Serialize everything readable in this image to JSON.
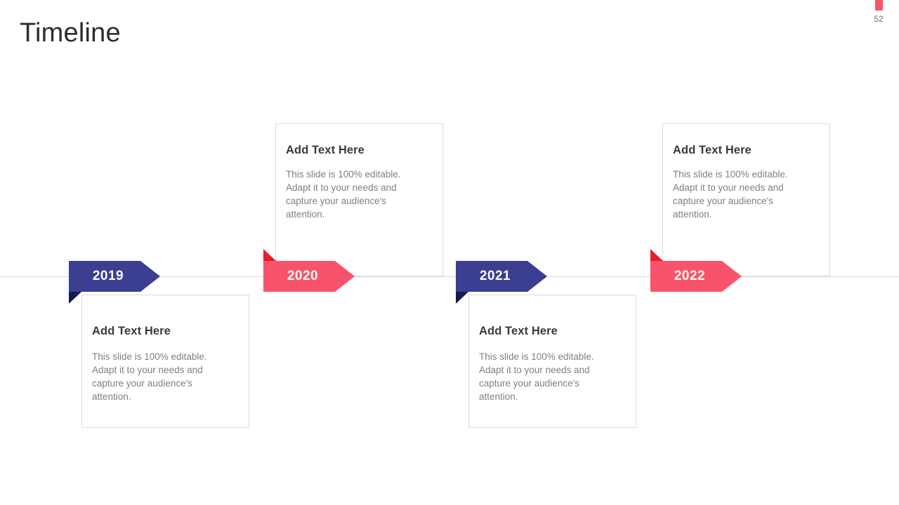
{
  "slide": {
    "title": "Timeline",
    "page_number": "52",
    "accent_pink": "#f9536b",
    "accent_blue": "#3b3e91",
    "fold_pink": "#ea1b2d",
    "fold_blue": "#151b4d",
    "axis_color": "#d9d9d9",
    "card_border": "#dcdcdc"
  },
  "milestones": [
    {
      "year": "2019",
      "color": "blue",
      "card_position": "bottom",
      "heading": "Add Text Here",
      "body": "This slide is 100% editable. Adapt it to your needs and capture your audience's attention."
    },
    {
      "year": "2020",
      "color": "pink",
      "card_position": "top",
      "heading": "Add Text Here",
      "body": "This slide is 100% editable. Adapt it to your needs and capture your audience's attention."
    },
    {
      "year": "2021",
      "color": "blue",
      "card_position": "bottom",
      "heading": "Add Text Here",
      "body": "This slide is 100% editable. Adapt it to your needs and capture your audience's attention."
    },
    {
      "year": "2022",
      "color": "pink",
      "card_position": "top",
      "heading": "Add Text Here",
      "body": "This slide is 100% editable. Adapt it to your needs and capture your audience's attention."
    }
  ]
}
